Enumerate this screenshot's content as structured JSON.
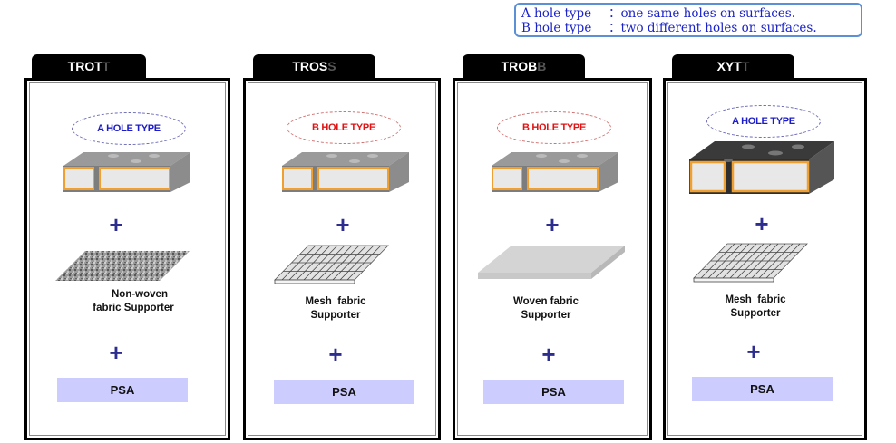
{
  "legend": {
    "rows": [
      {
        "key": "A hole type",
        "sep": "：",
        "value": "one same holes on surfaces."
      },
      {
        "key": "B hole type",
        "sep": "：",
        "value": "two different holes on surfaces."
      }
    ]
  },
  "panels": [
    {
      "tab": "TROT",
      "tab_ghost": "T",
      "hole_type": "A HOLE TYPE",
      "hole_class": "a",
      "plus1": "+",
      "supporter_line1": "Non-woven",
      "supporter_line2": "fabric Supporter",
      "plus2": "+",
      "psa": "PSA"
    },
    {
      "tab": "TROS",
      "tab_ghost": "S",
      "hole_type": "B HOLE TYPE",
      "hole_class": "b",
      "plus1": "+",
      "supporter_line1": "Mesh  fabric",
      "supporter_line2": "Supporter",
      "plus2": "+",
      "psa": "PSA"
    },
    {
      "tab": "TROB",
      "tab_ghost": "B",
      "hole_type": "B HOLE TYPE",
      "hole_class": "b",
      "plus1": "+",
      "supporter_line1": "Woven fabric",
      "supporter_line2": "Supporter",
      "plus2": "+",
      "psa": "PSA"
    },
    {
      "tab": "XYT",
      "tab_ghost": "T",
      "hole_type": "A HOLE TYPE",
      "hole_class": "a",
      "plus1": "+",
      "supporter_line1": "Mesh  fabric",
      "supporter_line2": "Supporter",
      "plus2": "+",
      "psa": "PSA"
    }
  ],
  "colors": {
    "a_type": "#1b1bc9",
    "b_type": "#e01414",
    "psa_fill": "#ccccff",
    "plus": "#2d2d8f",
    "legend_border": "#5b8fd6",
    "foam_edge": "#f0a030"
  }
}
